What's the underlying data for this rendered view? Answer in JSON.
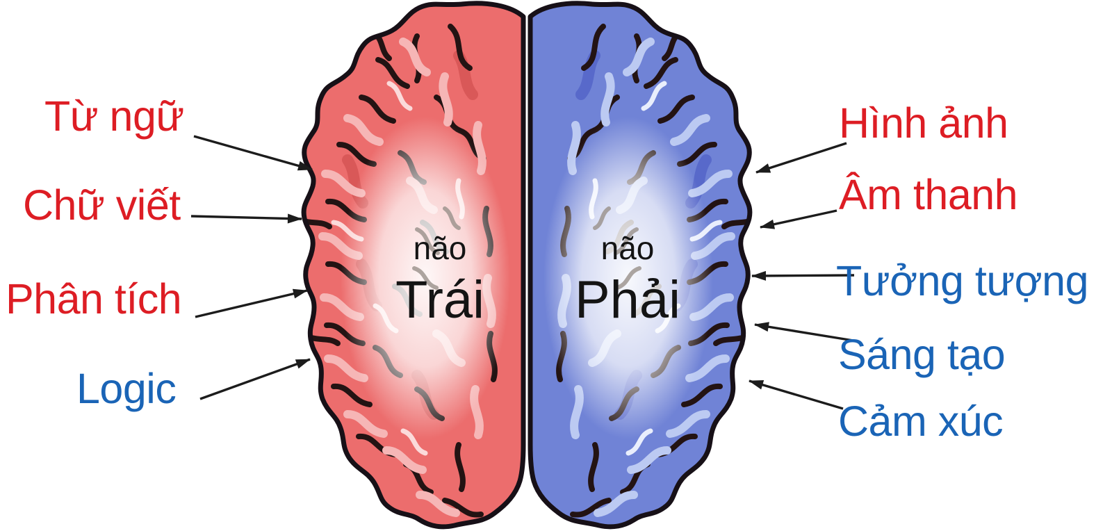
{
  "colors": {
    "label_red": "#dd1d24",
    "label_blue": "#1a64b6",
    "hemi_red": "#ec6d6d",
    "hemi_blue": "#7083d6",
    "outline": "#171017",
    "arrow": "#1c1c1c"
  },
  "brain": {
    "left": {
      "line1": "não",
      "line2": "Trái"
    },
    "right": {
      "line1": "não",
      "line2": "Phải"
    }
  },
  "left_labels": [
    {
      "text": "Từ ngữ",
      "color": "red"
    },
    {
      "text": "Chữ viết",
      "color": "red"
    },
    {
      "text": "Phân tích",
      "color": "red"
    },
    {
      "text": "Logic",
      "color": "blue"
    }
  ],
  "right_labels": [
    {
      "text": "Hình ảnh",
      "color": "red"
    },
    {
      "text": "Âm thanh",
      "color": "red"
    },
    {
      "text": "Tưởng tượng",
      "color": "blue"
    },
    {
      "text": "Sáng tạo",
      "color": "blue"
    },
    {
      "text": "Cảm xúc",
      "color": "blue"
    }
  ]
}
